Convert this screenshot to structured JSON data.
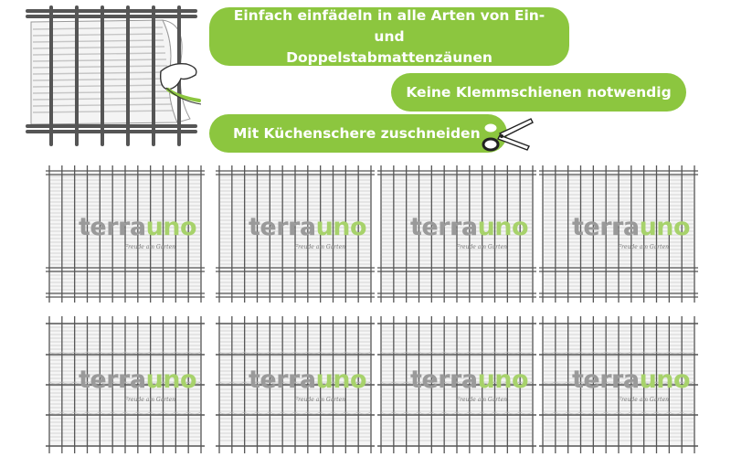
{
  "colors": {
    "accent": "#8cc63f",
    "fence": "#555555",
    "strip": "#dcdcdc",
    "logo_grey": "#9a9a9a",
    "logo_green": "#a7d26b"
  },
  "banners": [
    {
      "text": "Einfach einfädeln in alle Arten von  Ein- und\nDoppelstabmattenzäunen"
    },
    {
      "text": "Keine Klemmschienen notwendig"
    },
    {
      "text": "Mit Küchenschere zuschneiden"
    }
  ],
  "icons": {
    "hero": "fence-threading-illustration",
    "cut": "scissors-icon"
  },
  "watermark": {
    "brand_a": "terra",
    "brand_b": "uno",
    "tagline": "Freude am Garten"
  },
  "panels": [
    {
      "variant": "double-rod"
    },
    {
      "variant": "double-rod"
    },
    {
      "variant": "double-rod"
    },
    {
      "variant": "double-rod"
    },
    {
      "variant": "single-rod"
    },
    {
      "variant": "single-rod"
    },
    {
      "variant": "single-rod"
    },
    {
      "variant": "single-rod"
    }
  ]
}
